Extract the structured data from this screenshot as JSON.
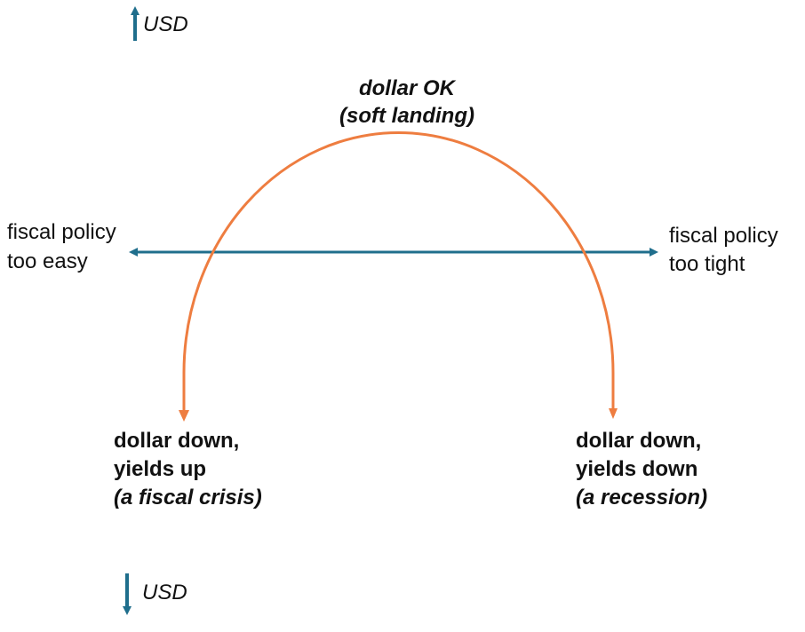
{
  "colors": {
    "axis": "#1f6e8c",
    "arc": "#ee7d40",
    "text": "#111111"
  },
  "usd_up": {
    "label": "USD",
    "icon": "arrow-up-icon"
  },
  "usd_down": {
    "label": "USD",
    "icon": "arrow-down-icon"
  },
  "top": {
    "line1": "dollar OK",
    "line2": "(soft landing)"
  },
  "left": {
    "line1": "fiscal policy",
    "line2": "too easy"
  },
  "right": {
    "line1": "fiscal policy",
    "line2": "too tight"
  },
  "bottom_left": {
    "line1": "dollar down,",
    "line2": "yields up",
    "line3": "(a fiscal crisis)"
  },
  "bottom_right": {
    "line1": "dollar down,",
    "line2": "yields down",
    "line3": "(a recession)"
  }
}
